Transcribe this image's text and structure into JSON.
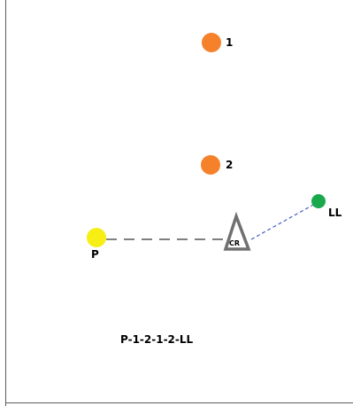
{
  "nodes": {
    "node_1": {
      "label": "1",
      "color": "#f5812a"
    },
    "node_2": {
      "label": "2",
      "color": "#f5812a"
    },
    "node_p": {
      "label": "P",
      "color": "#f7ee13"
    },
    "node_ll": {
      "label": "LL",
      "color": "#1aa84c"
    },
    "node_cr": {
      "label": "CR",
      "stroke_color": "#707070"
    }
  },
  "edges": {
    "p_to_cr": {
      "style": "long-dash",
      "color": "#333333"
    },
    "cr_to_ll": {
      "style": "short-dash",
      "color": "#4a5bc9"
    }
  },
  "sequence_label": "P-1-2-1-2-LL"
}
